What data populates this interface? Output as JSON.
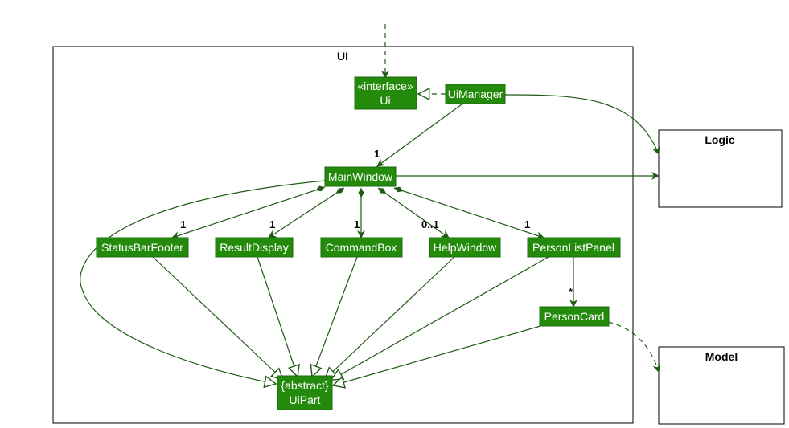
{
  "packages": {
    "ui": "UI",
    "logic": "Logic",
    "model": "Model"
  },
  "classes": {
    "ui_interface_stereotype": "«interface»",
    "ui_interface_name": "Ui",
    "ui_manager": "UiManager",
    "main_window": "MainWindow",
    "status_bar_footer": "StatusBarFooter",
    "result_display": "ResultDisplay",
    "command_box": "CommandBox",
    "help_window": "HelpWindow",
    "person_list_panel": "PersonListPanel",
    "person_card": "PersonCard",
    "ui_part_stereotype": "{abstract}",
    "ui_part_name": "UiPart"
  },
  "multiplicities": {
    "main_window": "1",
    "status_bar_footer": "1",
    "result_display": "1",
    "command_box": "1",
    "help_window": "0..1",
    "person_list_panel": "1",
    "person_card": "*"
  },
  "colors": {
    "node_fill": "#248a0b",
    "edge": "#1e5a14"
  }
}
